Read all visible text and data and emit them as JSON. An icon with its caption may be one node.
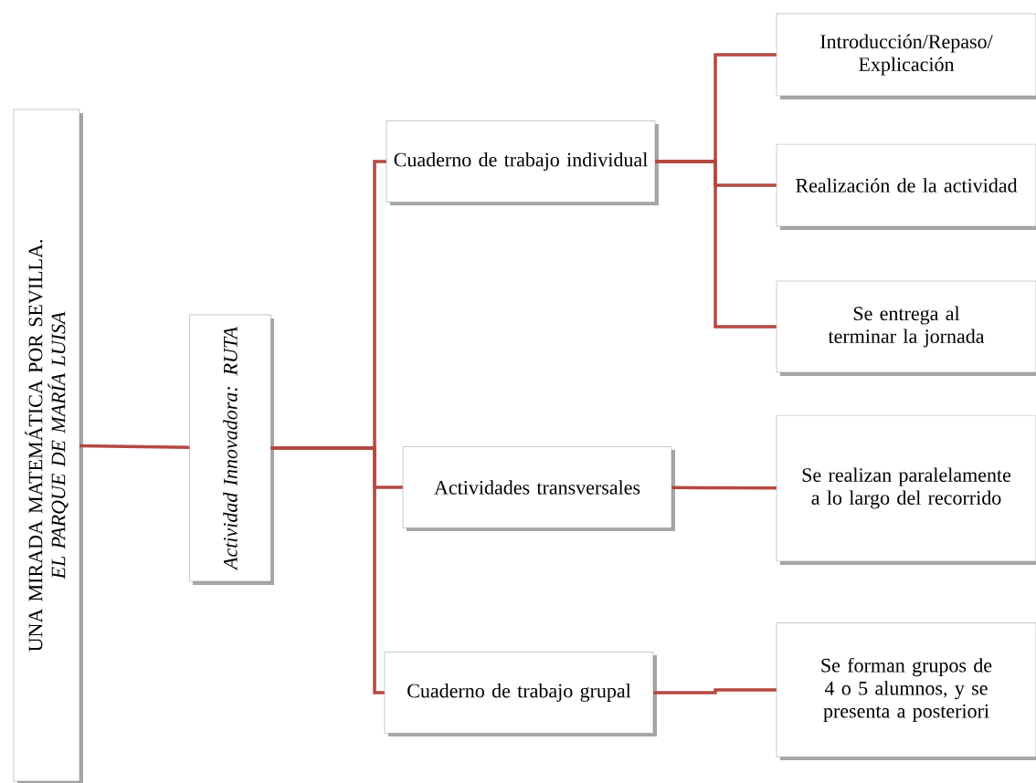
{
  "diagram": {
    "nodes": [
      {
        "text": [
          "UNA MIRADA MATEMÁTICA POR SEVILLA.",
          "EL PARQUE DE MARÍA LUISA"
        ]
      },
      {
        "text": [
          "Actividad Innovadora: RUTA"
        ]
      },
      {
        "text": [
          "Cuaderno de trabajo individual"
        ]
      },
      {
        "text": [
          "Actividades transversales"
        ]
      },
      {
        "text": [
          "Cuaderno de trabajo grupal"
        ]
      },
      {
        "text": [
          "Introducción/Repaso/ Explicación"
        ]
      },
      {
        "text": [
          "Realización de la actividad"
        ]
      },
      {
        "text": [
          "Se entrega al terminar la jornada"
        ]
      },
      {
        "text": [
          "Se realizan paralelamente a lo largo del recorrido"
        ]
      },
      {
        "text": [
          "Se forman grupos de 4 o 5 alumnos, y se presenta a posteriori"
        ]
      }
    ],
    "edges": [
      {
        "from": 0,
        "to": 1,
        "arrow": "none"
      },
      {
        "from": 1,
        "to": 2,
        "arrow": "none"
      },
      {
        "from": 1,
        "to": 3,
        "arrow": "none"
      },
      {
        "from": 1,
        "to": 4,
        "arrow": "none"
      },
      {
        "from": 2,
        "to": 5,
        "arrow": "none"
      },
      {
        "from": 2,
        "to": 6,
        "arrow": "none"
      },
      {
        "from": 2,
        "to": 7,
        "arrow": "none"
      },
      {
        "from": 3,
        "to": 8,
        "arrow": "none"
      },
      {
        "from": 4,
        "to": 9,
        "arrow": "none"
      }
    ]
  }
}
